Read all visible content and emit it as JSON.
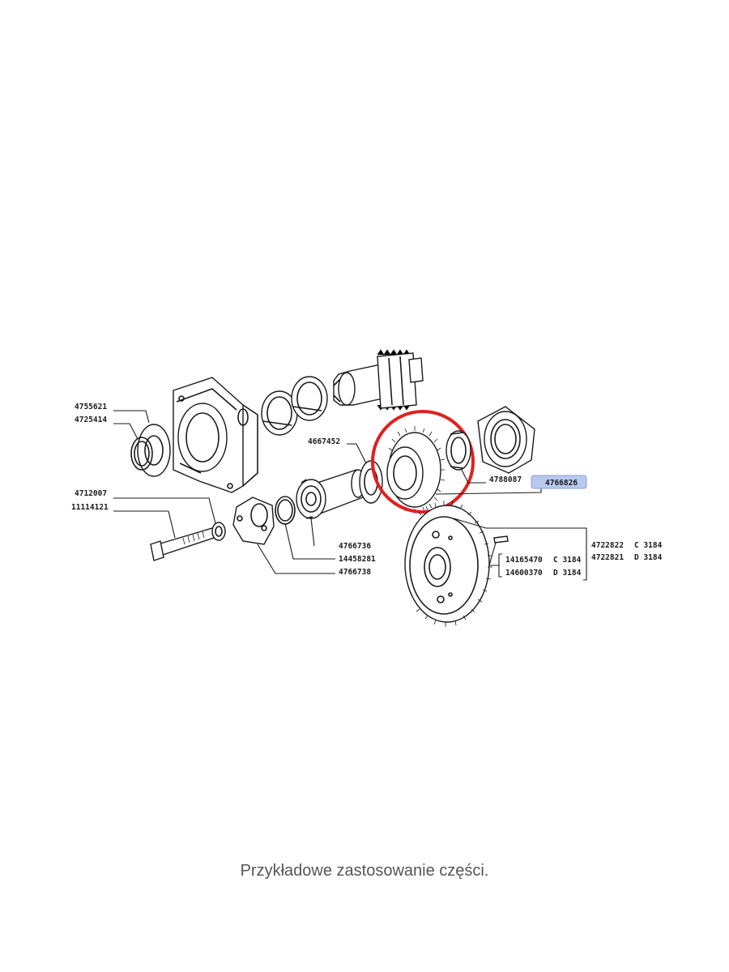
{
  "diagram": {
    "part_numbers": {
      "p4755621": "4755621",
      "p4725414": "4725414",
      "p4712007": "4712007",
      "p11114121": "11114121",
      "p4667452": "4667452",
      "p4788087": "4788087",
      "p4766826": "4766826",
      "p4766736": "4766736",
      "p14458281": "14458281",
      "p4766738": "4766738",
      "p14165470": "14165470",
      "p14600370": "14600370",
      "p4722822": "4722822",
      "p4722821": "4722821",
      "c3184_a": "C 3184",
      "d3184_a": "D 3184",
      "c3184_b": "C 3184",
      "d3184_b": "D 3184"
    },
    "highlight_color": "#e02020",
    "selected_badge_color": "#b8c8ee"
  },
  "caption": "Przykładowe zastosowanie części."
}
